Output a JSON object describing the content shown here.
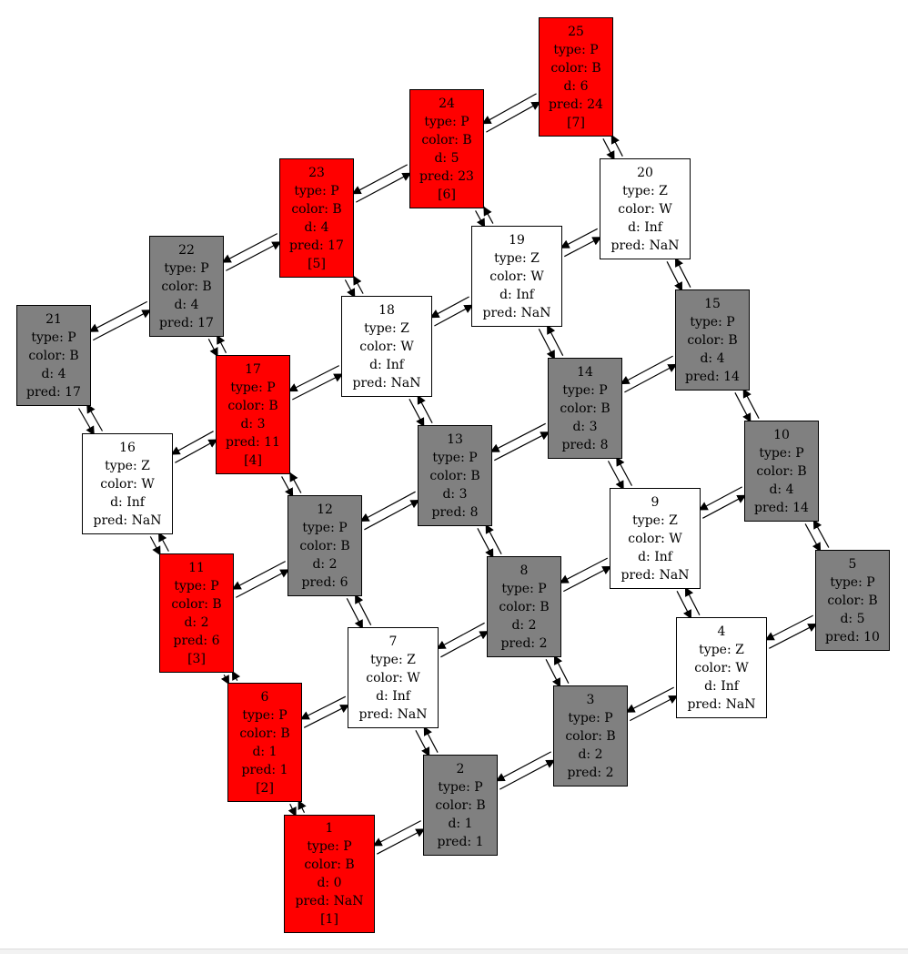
{
  "colors": {
    "red": "#ff0000",
    "gray": "#808080",
    "white": "#ffffff",
    "edge": "#000000"
  },
  "nodes": [
    {
      "id": "1",
      "type": "type: P",
      "color": "color: B",
      "d": "d: 0",
      "pred": "pred: NaN",
      "order": "[1]",
      "fill": "red"
    },
    {
      "id": "2",
      "type": "type: P",
      "color": "color: B",
      "d": "d: 1",
      "pred": "pred: 1",
      "order": "",
      "fill": "gray"
    },
    {
      "id": "3",
      "type": "type: P",
      "color": "color: B",
      "d": "d: 2",
      "pred": "pred: 2",
      "order": "",
      "fill": "gray"
    },
    {
      "id": "4",
      "type": "type: Z",
      "color": "color: W",
      "d": "d: Inf",
      "pred": "pred: NaN",
      "order": "",
      "fill": "white"
    },
    {
      "id": "5",
      "type": "type: P",
      "color": "color: B",
      "d": "d: 5",
      "pred": "pred: 10",
      "order": "",
      "fill": "gray"
    },
    {
      "id": "6",
      "type": "type: P",
      "color": "color: B",
      "d": "d: 1",
      "pred": "pred: 1",
      "order": "[2]",
      "fill": "red"
    },
    {
      "id": "7",
      "type": "type: Z",
      "color": "color: W",
      "d": "d: Inf",
      "pred": "pred: NaN",
      "order": "",
      "fill": "white"
    },
    {
      "id": "8",
      "type": "type: P",
      "color": "color: B",
      "d": "d: 2",
      "pred": "pred: 2",
      "order": "",
      "fill": "gray"
    },
    {
      "id": "9",
      "type": "type: Z",
      "color": "color: W",
      "d": "d: Inf",
      "pred": "pred: NaN",
      "order": "",
      "fill": "white"
    },
    {
      "id": "10",
      "type": "type: P",
      "color": "color: B",
      "d": "d: 4",
      "pred": "pred: 14",
      "order": "",
      "fill": "gray"
    },
    {
      "id": "11",
      "type": "type: P",
      "color": "color: B",
      "d": "d: 2",
      "pred": "pred: 6",
      "order": "[3]",
      "fill": "red"
    },
    {
      "id": "12",
      "type": "type: P",
      "color": "color: B",
      "d": "d: 2",
      "pred": "pred: 6",
      "order": "",
      "fill": "gray"
    },
    {
      "id": "13",
      "type": "type: P",
      "color": "color: B",
      "d": "d: 3",
      "pred": "pred: 8",
      "order": "",
      "fill": "gray"
    },
    {
      "id": "14",
      "type": "type: P",
      "color": "color: B",
      "d": "d: 3",
      "pred": "pred: 8",
      "order": "",
      "fill": "gray"
    },
    {
      "id": "15",
      "type": "type: P",
      "color": "color: B",
      "d": "d: 4",
      "pred": "pred: 14",
      "order": "",
      "fill": "gray"
    },
    {
      "id": "16",
      "type": "type: Z",
      "color": "color: W",
      "d": "d: Inf",
      "pred": "pred: NaN",
      "order": "",
      "fill": "white"
    },
    {
      "id": "17",
      "type": "type: P",
      "color": "color: B",
      "d": "d: 3",
      "pred": "pred: 11",
      "order": "[4]",
      "fill": "red"
    },
    {
      "id": "18",
      "type": "type: Z",
      "color": "color: W",
      "d": "d: Inf",
      "pred": "pred: NaN",
      "order": "",
      "fill": "white"
    },
    {
      "id": "19",
      "type": "type: Z",
      "color": "color: W",
      "d": "d: Inf",
      "pred": "pred: NaN",
      "order": "",
      "fill": "white"
    },
    {
      "id": "20",
      "type": "type: Z",
      "color": "color: W",
      "d": "d: Inf",
      "pred": "pred: NaN",
      "order": "",
      "fill": "white"
    },
    {
      "id": "21",
      "type": "type: P",
      "color": "color: B",
      "d": "d: 4",
      "pred": "pred: 17",
      "order": "",
      "fill": "gray"
    },
    {
      "id": "22",
      "type": "type: P",
      "color": "color: B",
      "d": "d: 4",
      "pred": "pred: 17",
      "order": "",
      "fill": "gray"
    },
    {
      "id": "23",
      "type": "type: P",
      "color": "color: B",
      "d": "d: 4",
      "pred": "pred: 17",
      "order": "[5]",
      "fill": "red"
    },
    {
      "id": "24",
      "type": "type: P",
      "color": "color: B",
      "d": "d: 5",
      "pred": "pred: 23",
      "order": "[6]",
      "fill": "red"
    },
    {
      "id": "25",
      "type": "type: P",
      "color": "color: B",
      "d": "d: 6",
      "pred": "pred: 24",
      "order": "[7]",
      "fill": "red"
    }
  ],
  "edges": [
    [
      "1",
      "2"
    ],
    [
      "1",
      "6"
    ],
    [
      "2",
      "3"
    ],
    [
      "2",
      "7"
    ],
    [
      "3",
      "4"
    ],
    [
      "3",
      "8"
    ],
    [
      "4",
      "5"
    ],
    [
      "4",
      "9"
    ],
    [
      "5",
      "10"
    ],
    [
      "6",
      "7"
    ],
    [
      "6",
      "11"
    ],
    [
      "7",
      "8"
    ],
    [
      "7",
      "12"
    ],
    [
      "8",
      "9"
    ],
    [
      "8",
      "13"
    ],
    [
      "9",
      "10"
    ],
    [
      "9",
      "14"
    ],
    [
      "10",
      "15"
    ],
    [
      "11",
      "12"
    ],
    [
      "11",
      "16"
    ],
    [
      "12",
      "13"
    ],
    [
      "12",
      "17"
    ],
    [
      "13",
      "14"
    ],
    [
      "13",
      "18"
    ],
    [
      "14",
      "15"
    ],
    [
      "14",
      "19"
    ],
    [
      "15",
      "20"
    ],
    [
      "16",
      "17"
    ],
    [
      "16",
      "21"
    ],
    [
      "17",
      "18"
    ],
    [
      "17",
      "22"
    ],
    [
      "18",
      "19"
    ],
    [
      "18",
      "23"
    ],
    [
      "19",
      "20"
    ],
    [
      "19",
      "24"
    ],
    [
      "20",
      "25"
    ],
    [
      "21",
      "22"
    ],
    [
      "22",
      "23"
    ],
    [
      "23",
      "24"
    ],
    [
      "24",
      "25"
    ]
  ]
}
